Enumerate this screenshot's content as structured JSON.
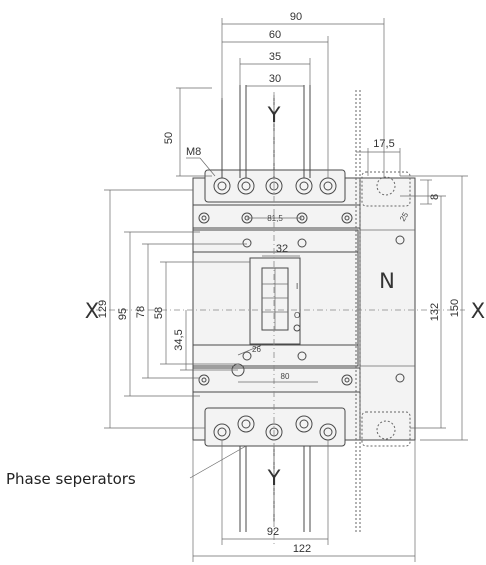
{
  "dimensions": {
    "top_90": "90",
    "top_60": "60",
    "top_35": "35",
    "top_30": "30",
    "left_50": "50",
    "m8": "M8",
    "right_17_5": "17,5",
    "right_8": "8",
    "right_25": "25",
    "inner_81_5": "81,5",
    "inner_32": "32",
    "left_129": "129",
    "left_95": "95",
    "left_78": "78",
    "left_58": "58",
    "left_34_5": "34,5",
    "inner_26": "26",
    "inner_80": "80",
    "right_132": "132",
    "right_150": "150",
    "bottom_92": "92",
    "bottom_122": "122"
  },
  "axis_labels": {
    "y_top": "Y",
    "y_bottom": "Y",
    "x_left": "X",
    "x_right": "X",
    "neutral": "N"
  },
  "callout": {
    "phase_separators": "Phase seperators"
  },
  "switch_marks": {
    "on": "I",
    "off": "O"
  }
}
